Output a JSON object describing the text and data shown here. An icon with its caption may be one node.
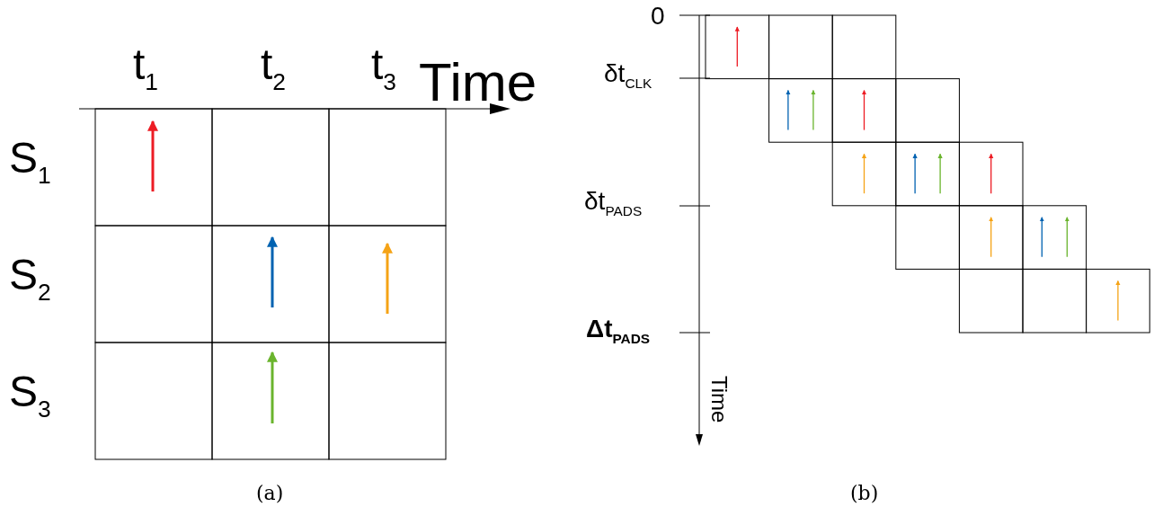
{
  "diagram": {
    "labels": [
      "t$_{1}$",
      "t$_{2}$",
      "t$_{3}$",
      "Time",
      "S$_{1}$",
      "S$_{2}$",
      "S$_{3}$",
      "(a)",
      "0",
      "δt$_{CLK}$",
      "δt$_{PADS}$",
      "Δt$_{PADS}$",
      "Time",
      "(b)"
    ]
  }
}
